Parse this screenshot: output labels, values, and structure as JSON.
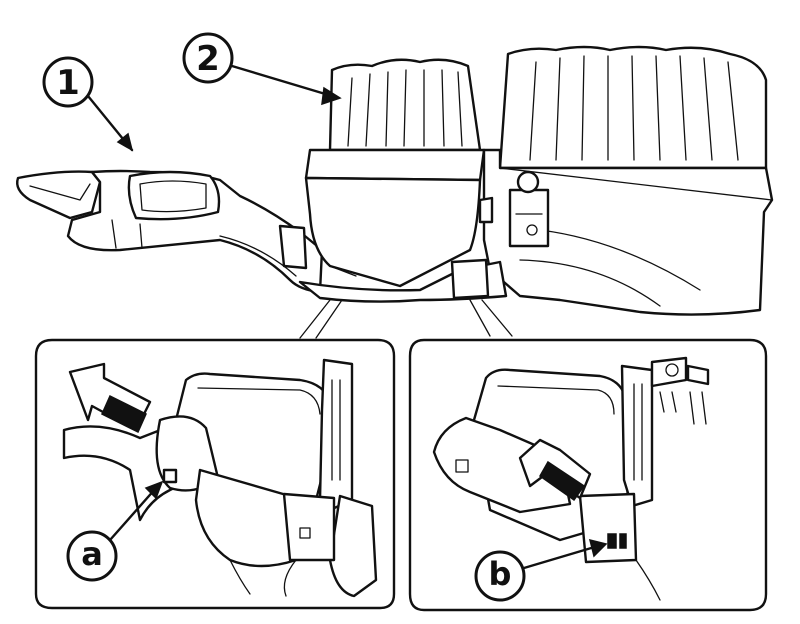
{
  "callouts": {
    "c1": "1",
    "c2": "2",
    "ca": "a",
    "cb": "b"
  },
  "colors": {
    "ink": "#111111",
    "paper": "#ffffff"
  },
  "icons": [
    "arrow-icon",
    "airflow-arrow-icon"
  ]
}
